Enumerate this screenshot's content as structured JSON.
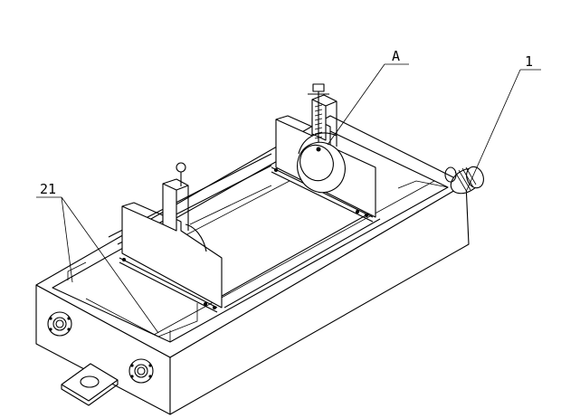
{
  "labels": {
    "callout_a": "A",
    "callout_1": "1",
    "callout_21": "21"
  },
  "colors": {
    "stroke": "#000000",
    "background": "#ffffff"
  }
}
